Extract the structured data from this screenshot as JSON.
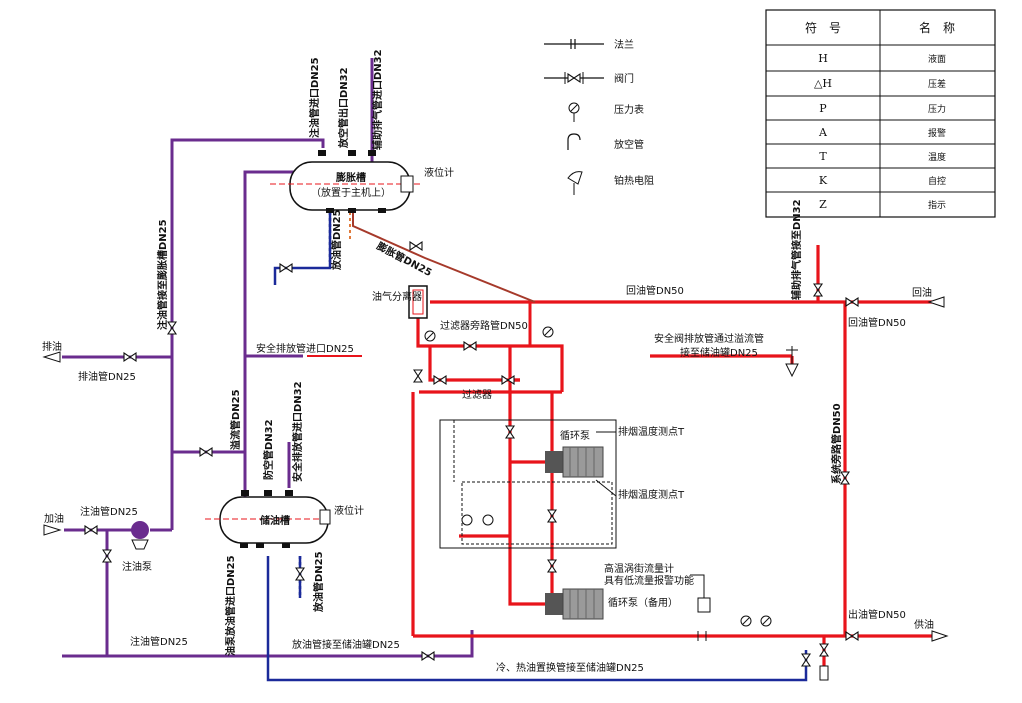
{
  "colors": {
    "hot_oil": "#e8141b",
    "fill_oil": "#6a2c8e",
    "drain": "#1b2a9a",
    "expansion": "#c0392b",
    "line": "#111111"
  },
  "legend": {
    "flange": "法兰",
    "valve": "阀门",
    "pressure_gauge": "压力表",
    "vent_pipe": "放空管",
    "pt_resistor": "铂热电阻"
  },
  "symbol_table": {
    "header_symbol": "符　号",
    "header_name": "名　称",
    "rows": [
      {
        "symbol": "H",
        "name": "液面"
      },
      {
        "symbol": "△H",
        "name": "压差"
      },
      {
        "symbol": "P",
        "name": "压力"
      },
      {
        "symbol": "A",
        "name": "报警"
      },
      {
        "symbol": "T",
        "name": "温度"
      },
      {
        "symbol": "K",
        "name": "自控"
      },
      {
        "symbol": "Z",
        "name": "指示"
      }
    ]
  },
  "equipment": {
    "expansion_tank": "膨胀槽",
    "expansion_tank_note": "（放置于主机上）",
    "storage_tank": "储油槽",
    "level_gauge": "液位计",
    "oil_gas_separator": "油气分离器",
    "filter": "过滤器",
    "circ_pump": "循环泵",
    "circ_pump_backup": "循环泵（备用）",
    "fill_pump": "注油泵",
    "flow_meter_line1": "高温涡街流量计",
    "flow_meter_line2": "具有低流量报警功能",
    "exhaust_temp_1": "排烟温度测点T",
    "exhaust_temp_2": "排烟温度测点T"
  },
  "pipes": {
    "fill_inlet_dn25": "注油管进口DN25",
    "vent_outlet_dn32": "放空管出口DN32",
    "aux_vent_inlet_dn32": "辅助排气管进口DN32",
    "fill_to_expansion_dn25": "注油管接至膨胀槽DN25",
    "drain_dn25_exp": "放油管DN25",
    "expansion_pipe_dn25": "膨胀管DN25",
    "discharge_oil": "排油",
    "discharge_dn25": "排油管DN25",
    "safety_vent_inlet_dn25": "安全排放管进口DN25",
    "overflow_dn25": "溢流管DN25",
    "anti_vent_dn32": "防空管DN32",
    "safety_vent_inlet_dn32": "安全排放管进口DN32",
    "add_oil": "加油",
    "fill_dn25": "注油管DN25",
    "fill_dn25_bottom": "注油管DN25",
    "pump_drain_inlet_dn25": "油泵放油管进口DN25",
    "drain_pipe_dn25": "放油管DN25",
    "drain_to_storage": "放油管接至储油罐DN25",
    "swap_to_storage": "冷、热油置换管接至储油罐DN25",
    "filter_bypass": "过滤器旁路管DN50",
    "return_oil_pipe": "回油管DN50",
    "return_oil": "回油",
    "return_oil_pipe2": "回油管DN50",
    "aux_vent_to": "辅助排气管接至DN32",
    "safety_valve_line1": "安全阀排放管通过溢流管",
    "safety_valve_line2": "接至储油罐DN25",
    "system_bypass": "系统旁路管DN50",
    "outlet_oil_pipe": "出油管DN50",
    "supply_oil": "供油"
  }
}
